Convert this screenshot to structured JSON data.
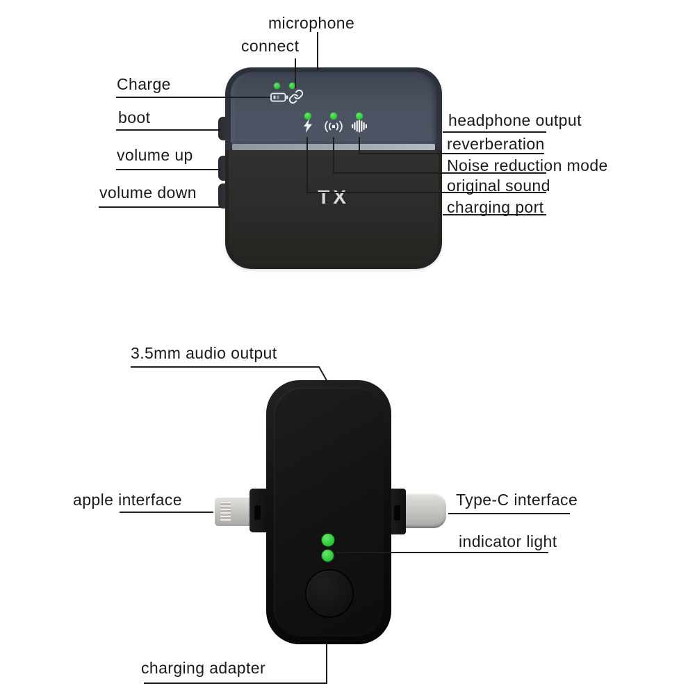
{
  "diagram": {
    "transmitter": {
      "device_text": "TX",
      "labels": {
        "microphone": "microphone",
        "connect": "connect",
        "charge": "Charge",
        "boot": "boot",
        "volume_up": "volume up",
        "volume_down": "volume down",
        "headphone_output": "headphone output",
        "reverberation": "reverberation",
        "noise_reduction_mode": "Noise reduction mode",
        "original_sound": "original sound",
        "charging_port": "charging port"
      },
      "icons": [
        "battery-icon",
        "link-icon",
        "flash-icon",
        "noise-reduction-icon",
        "equalizer-icon"
      ],
      "status_led_count_top": 2,
      "status_led_count_mode": 3
    },
    "receiver": {
      "labels": {
        "audio_output_35mm": "3.5mm audio output",
        "apple_interface": "apple interface",
        "type_c_interface": "Type-C interface",
        "indicator_light": "indicator light",
        "charging_adapter": "charging adapter"
      },
      "indicator_led_count": 2
    },
    "colors": {
      "background": "#ffffff",
      "annotation_line": "#1d1d1d",
      "label_text": "#1a1a1a",
      "tx_panel_slate": "#4a5260",
      "tx_divider_strip": "#a2a9b4",
      "tx_body_charcoal": "#2b2a28",
      "rx_body_black": "#121212",
      "connector_metal": "#c9c8c4",
      "led_green": "#32d13e"
    }
  }
}
